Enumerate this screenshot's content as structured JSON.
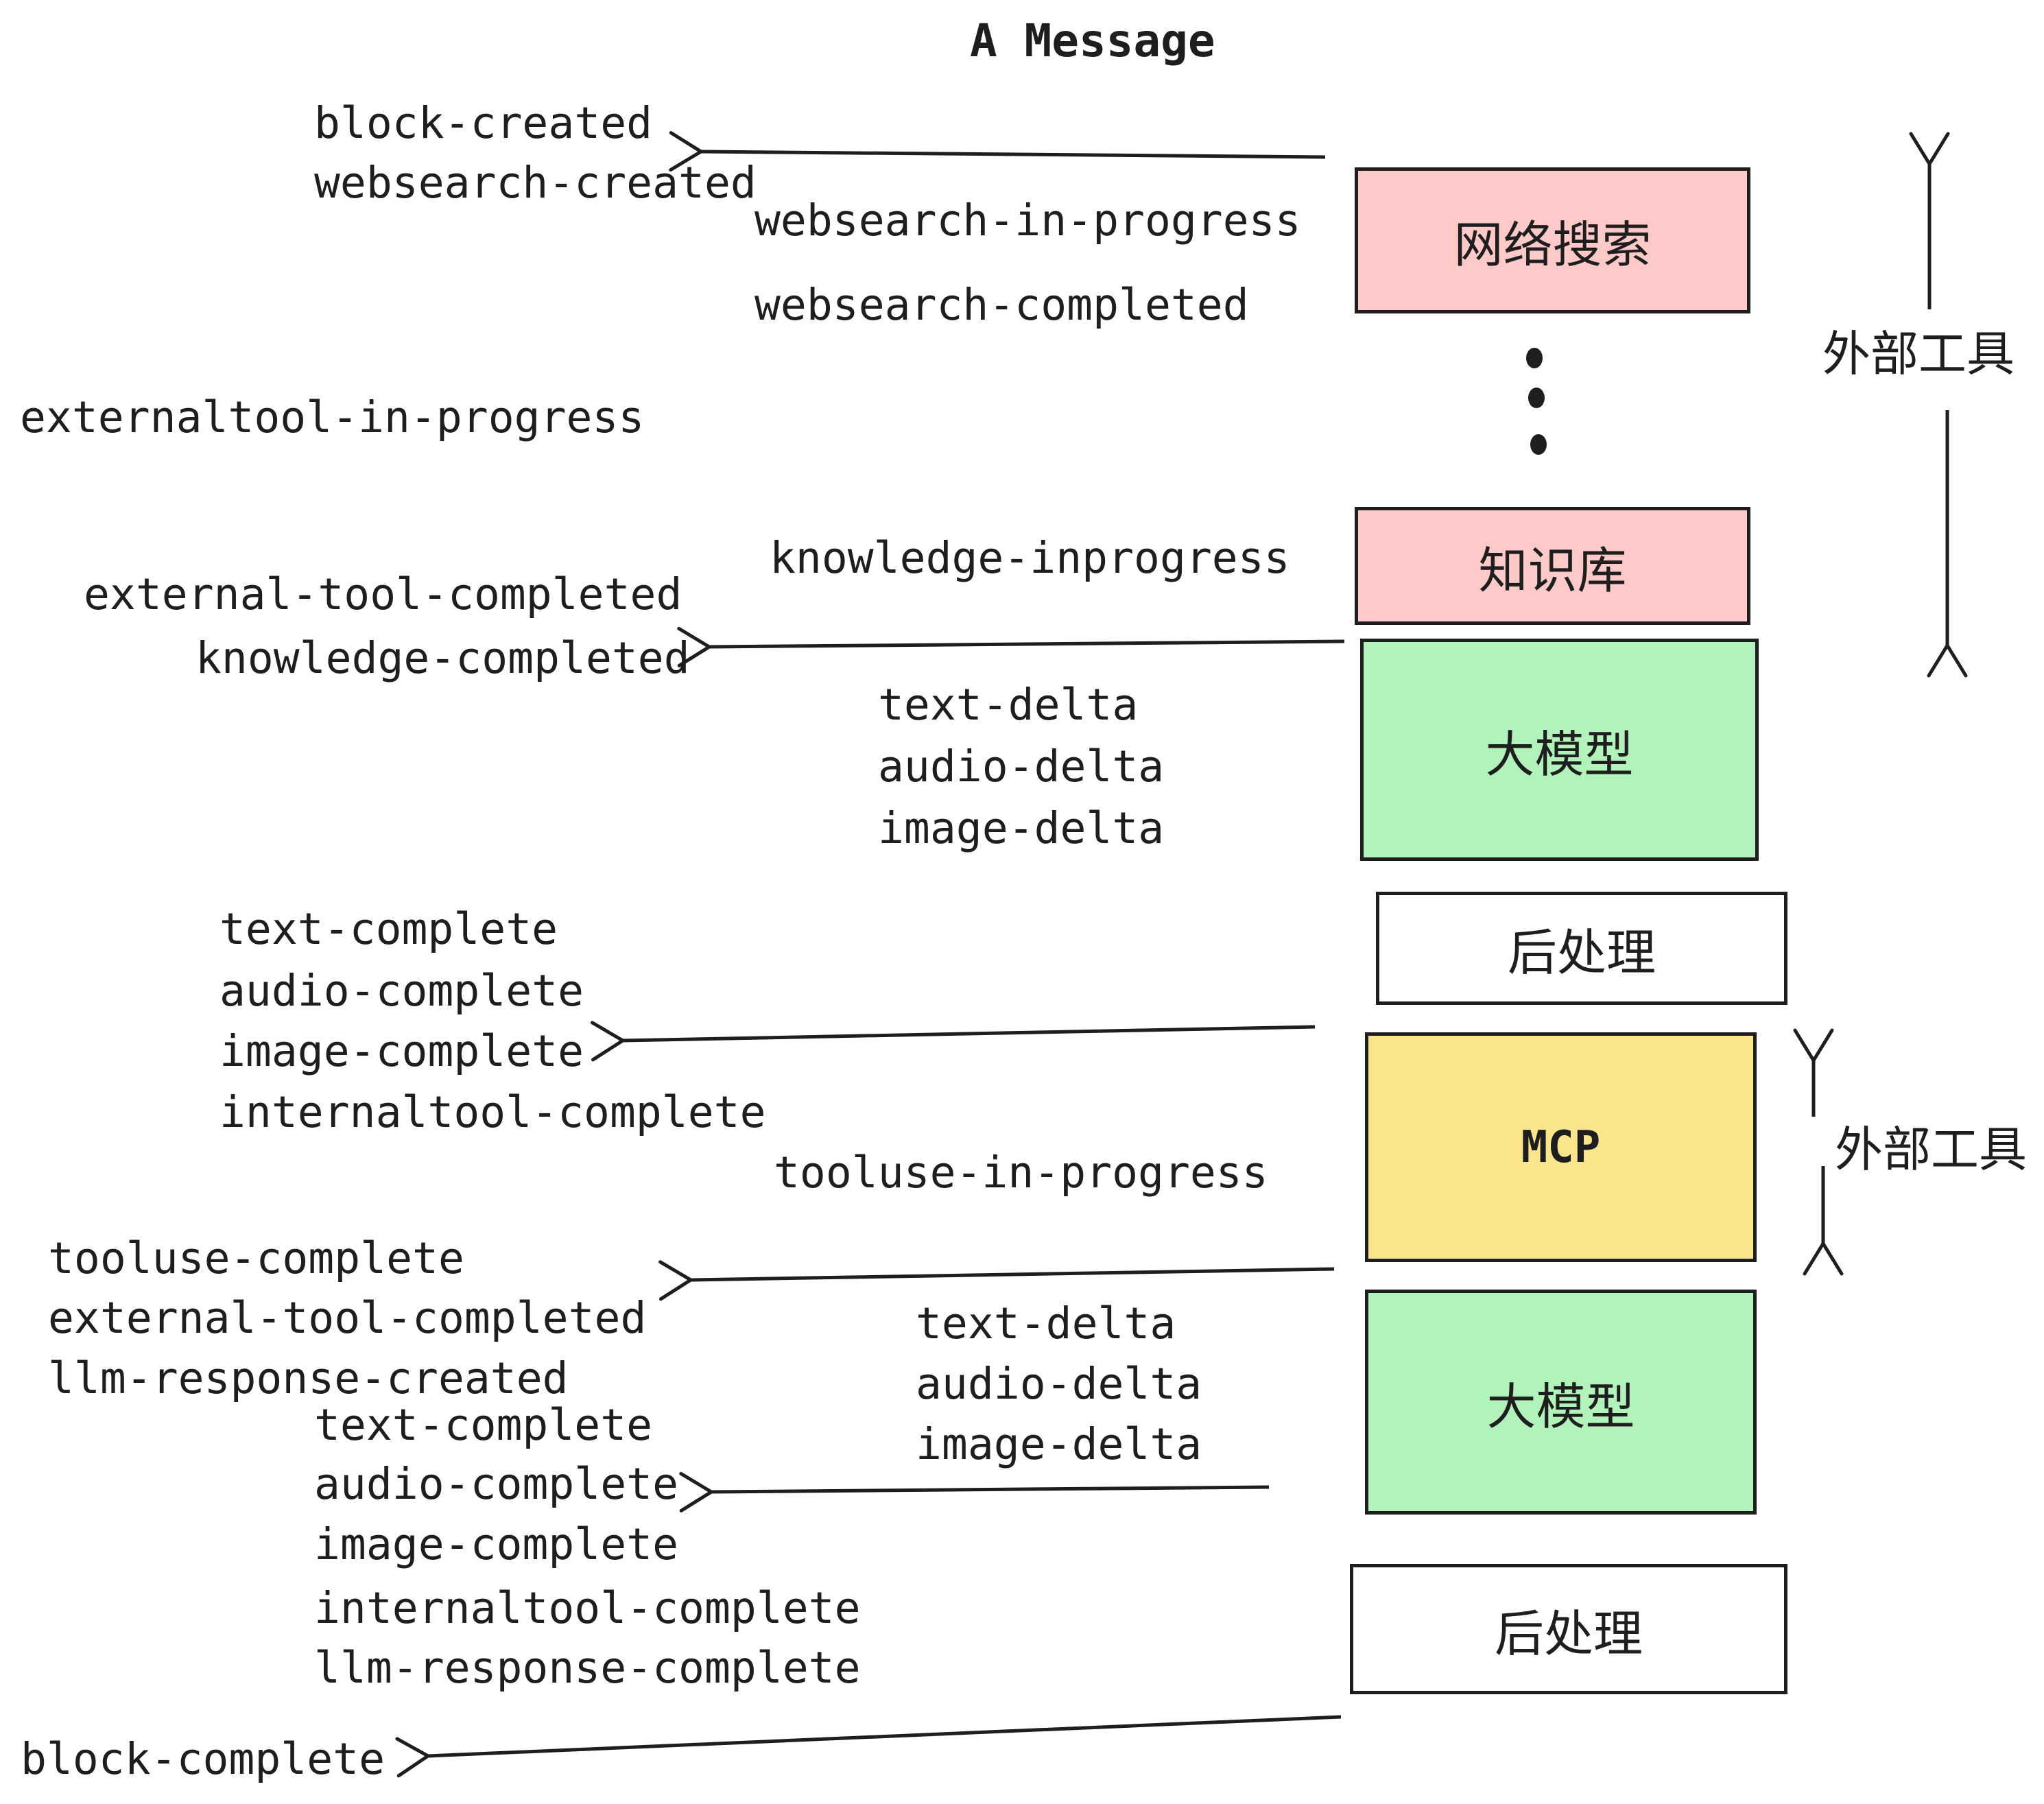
{
  "title": "A Message",
  "events": {
    "block_created": "block-created",
    "websearch_created": "websearch-created",
    "websearch_in_progress": "websearch-in-progress",
    "websearch_completed": "websearch-completed",
    "externaltool_in_progress": "externaltool-in-progress",
    "knowledge_inprogress": "knowledge-inprogress",
    "external_tool_completed": "external-tool-completed",
    "knowledge_completed": "knowledge-completed",
    "text_delta": "text-delta",
    "audio_delta": "audio-delta",
    "image_delta": "image-delta",
    "text_complete": "text-complete",
    "audio_complete": "audio-complete",
    "image_complete": "image-complete",
    "internaltool_complete": "internaltool-complete",
    "tooluse_in_progress": "tooluse-in-progress",
    "tooluse_complete": "tooluse-complete",
    "llm_response_created": "llm-response-created",
    "llm_response_complete": "llm-response-complete",
    "block_complete": "block-complete"
  },
  "boxes": {
    "websearch": {
      "label": "网络搜索",
      "fill": "#FDC9C9"
    },
    "knowledge": {
      "label": "知识库",
      "fill": "#FDC9C9"
    },
    "llm_top": {
      "label": "大模型",
      "fill": "#B2F2BB"
    },
    "post_top": {
      "label": "后处理",
      "fill": "#FFFFFF"
    },
    "mcp": {
      "label": "MCP",
      "fill": "#FBE58C"
    },
    "llm_bottom": {
      "label": "大模型",
      "fill": "#B2F2BB"
    },
    "post_bottom": {
      "label": "后处理",
      "fill": "#FFFFFF"
    }
  },
  "side_labels": {
    "external_tools_top": "外部工具",
    "external_tools_bottom": "外部工具"
  },
  "colors": {
    "ink": "#1e1e1e",
    "background": "#FFFFFF"
  }
}
